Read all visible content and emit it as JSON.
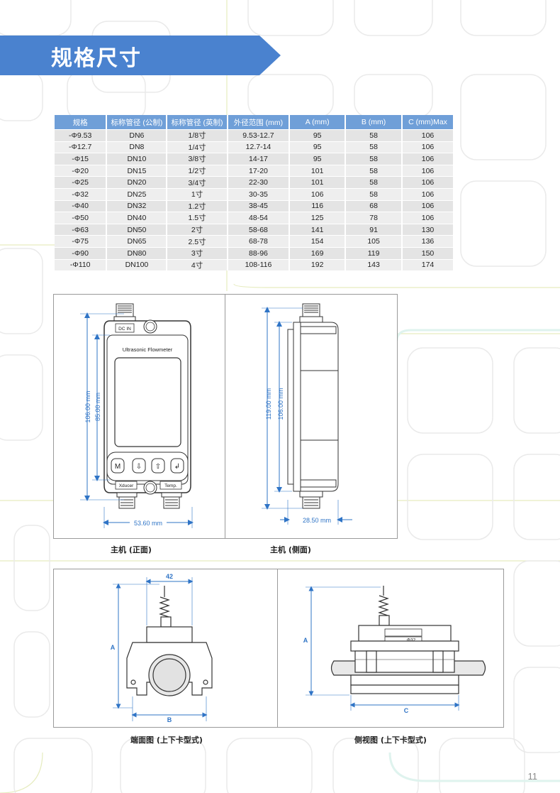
{
  "header": {
    "title": "规格尺寸"
  },
  "table": {
    "headers": [
      "规格",
      "标称管径 (公制)",
      "标称管径 (英制)",
      "外径范围 (mm)",
      "A (mm)",
      "B (mm)",
      "C (mm)Max"
    ],
    "rows": [
      [
        "-Φ9.53",
        "DN6",
        "1/8寸",
        "9.53-12.7",
        "95",
        "58",
        "106"
      ],
      [
        "-Φ12.7",
        "DN8",
        "1/4寸",
        "12.7-14",
        "95",
        "58",
        "106"
      ],
      [
        "-Φ15",
        "DN10",
        "3/8寸",
        "14-17",
        "95",
        "58",
        "106"
      ],
      [
        "-Φ20",
        "DN15",
        "1/2寸",
        "17-20",
        "101",
        "58",
        "106"
      ],
      [
        "-Φ25",
        "DN20",
        "3/4寸",
        "22-30",
        "101",
        "58",
        "106"
      ],
      [
        "-Φ32",
        "DN25",
        "1寸",
        "30-35",
        "106",
        "58",
        "106"
      ],
      [
        "-Φ40",
        "DN32",
        "1.2寸",
        "38-45",
        "116",
        "68",
        "106"
      ],
      [
        "-Φ50",
        "DN40",
        "1.5寸",
        "48-54",
        "125",
        "78",
        "106"
      ],
      [
        "-Φ63",
        "DN50",
        "2寸",
        "58-68",
        "141",
        "91",
        "130"
      ],
      [
        "-Φ75",
        "DN65",
        "2.5寸",
        "68-78",
        "154",
        "105",
        "136"
      ],
      [
        "-Φ90",
        "DN80",
        "3寸",
        "88-96",
        "169",
        "119",
        "150"
      ],
      [
        "-Φ110",
        "DN100",
        "4寸",
        "108-116",
        "192",
        "143",
        "174"
      ]
    ]
  },
  "front_view": {
    "dc_label": "DC IN",
    "device_label": "Ultrasonic Flowmeter",
    "keys": [
      "M",
      "⇩",
      "⇧",
      "↲"
    ],
    "xducer_label": "Xducer",
    "temp_label": "Temp.",
    "dim_outer": "106.00 mm",
    "dim_inner": "85.00 mm",
    "dim_width": "53.60 mm",
    "caption": "主机 (正面)"
  },
  "side_view": {
    "dim_outer": "119.00 mm",
    "dim_inner": "106.00 mm",
    "dim_depth": "28.50 mm",
    "caption": "主机 (侧面)"
  },
  "end_view": {
    "dim_top": "42",
    "dim_a": "A",
    "dim_b": "B",
    "caption": "端面图 (上下卡型式)"
  },
  "clamp_side_view": {
    "dim_a": "A",
    "dim_c": "C",
    "label_size": "Φ32",
    "caption": "侧视图 (上下卡型式)"
  },
  "page": {
    "number": "11"
  },
  "colors": {
    "banner": "#4a82cf",
    "table_header": "#6f9fd8",
    "dimension": "#2f74c6",
    "background_line": "#dfe9a8"
  }
}
